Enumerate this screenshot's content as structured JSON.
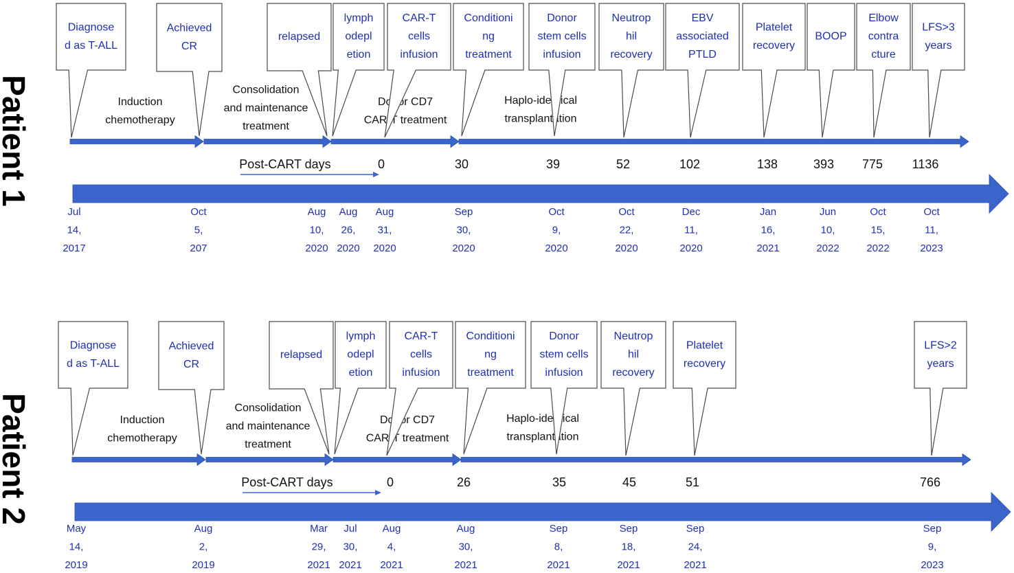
{
  "colors": {
    "arrow": "#3a66cc",
    "callout_text": "#1f2fb5",
    "label": "#000000"
  },
  "post_cart_label": "Post-CART days",
  "patients": [
    {
      "label": "Patient 1",
      "callouts": [
        {
          "lines": [
            "Diagnose",
            "d as T-ALL"
          ]
        },
        {
          "lines": [
            "Achieved",
            "CR"
          ]
        },
        {
          "lines": [
            "relapsed"
          ]
        },
        {
          "lines": [
            "lymph",
            "odepl",
            "etion"
          ]
        },
        {
          "lines": [
            "CAR-T",
            "cells",
            "infusion"
          ]
        },
        {
          "lines": [
            "Conditioni",
            "ng",
            "treatment"
          ]
        },
        {
          "lines": [
            "Donor",
            "stem cells",
            "infusion"
          ]
        },
        {
          "lines": [
            "Neutrop",
            "hil",
            "recovery"
          ]
        },
        {
          "lines": [
            "EBV",
            "associated",
            "PTLD"
          ]
        },
        {
          "lines": [
            "Platelet",
            "recovery"
          ]
        },
        {
          "lines": [
            "BOOP"
          ]
        },
        {
          "lines": [
            "Elbow",
            "contra",
            "cture"
          ]
        },
        {
          "lines": [
            "LFS>3",
            "years"
          ]
        }
      ],
      "phases": [
        {
          "lines": [
            "Induction",
            "chemotherapy"
          ]
        },
        {
          "lines": [
            "Consolidation",
            "and maintenance",
            "treatment"
          ]
        },
        {
          "lines": [
            "Donor CD7",
            "CAR-T treatment"
          ]
        },
        {
          "lines": [
            "Haplo-identical",
            "transplantation"
          ]
        }
      ],
      "days": [
        "0",
        "30",
        "39",
        "52",
        "102",
        "138",
        "393",
        "775",
        "1136"
      ],
      "dates": [
        {
          "lines": [
            "Jul",
            "14,",
            "2017"
          ]
        },
        {
          "lines": [
            "Oct",
            "5,",
            "207"
          ]
        },
        {
          "lines": [
            "Aug",
            "10,",
            "2020"
          ]
        },
        {
          "lines": [
            "Aug",
            "26,",
            "2020"
          ]
        },
        {
          "lines": [
            "Aug",
            "31,",
            "2020"
          ]
        },
        {
          "lines": [
            "Sep",
            "30,",
            "2020"
          ]
        },
        {
          "lines": [
            "Oct",
            "9,",
            "2020"
          ]
        },
        {
          "lines": [
            "Oct",
            "22,",
            "2020"
          ]
        },
        {
          "lines": [
            "Dec",
            "11,",
            "2020"
          ]
        },
        {
          "lines": [
            "Jan",
            "16,",
            "2021"
          ]
        },
        {
          "lines": [
            "Jun",
            "10,",
            "2022"
          ]
        },
        {
          "lines": [
            "Oct",
            "15,",
            "2022"
          ]
        },
        {
          "lines": [
            "Oct",
            "11,",
            "2023"
          ]
        }
      ]
    },
    {
      "label": "Patient 2",
      "callouts": [
        {
          "lines": [
            "Diagnose",
            "d as T-ALL"
          ]
        },
        {
          "lines": [
            "Achieved",
            "CR"
          ]
        },
        {
          "lines": [
            "relapsed"
          ]
        },
        {
          "lines": [
            "lymph",
            "odepl",
            "etion"
          ]
        },
        {
          "lines": [
            "CAR-T",
            "cells",
            "infusion"
          ]
        },
        {
          "lines": [
            "Conditioni",
            "ng",
            "treatment"
          ]
        },
        {
          "lines": [
            "Donor",
            "stem cells",
            "infusion"
          ]
        },
        {
          "lines": [
            "Neutrop",
            "hil",
            "recovery"
          ]
        },
        {
          "lines": [
            "Platelet",
            "recovery"
          ]
        },
        {
          "lines": [
            "LFS>2",
            "years"
          ]
        }
      ],
      "phases": [
        {
          "lines": [
            "Induction",
            "chemotherapy"
          ]
        },
        {
          "lines": [
            "Consolidation",
            "and maintenance",
            "treatment"
          ]
        },
        {
          "lines": [
            "Donor CD7",
            "CAR-T treatment"
          ]
        },
        {
          "lines": [
            "Haplo-identical",
            "transplantation"
          ]
        }
      ],
      "days": [
        "0",
        "26",
        "35",
        "45",
        "51",
        "766"
      ],
      "dates": [
        {
          "lines": [
            "May",
            "14,",
            "2019"
          ]
        },
        {
          "lines": [
            "Aug",
            "2,",
            "2019"
          ]
        },
        {
          "lines": [
            "Mar",
            "29,",
            "2021"
          ]
        },
        {
          "lines": [
            "Jul",
            "30,",
            "2021"
          ]
        },
        {
          "lines": [
            "Aug",
            "4,",
            "2021"
          ]
        },
        {
          "lines": [
            "Aug",
            "30,",
            "2021"
          ]
        },
        {
          "lines": [
            "Sep",
            "8,",
            "2021"
          ]
        },
        {
          "lines": [
            "Sep",
            "18,",
            "2021"
          ]
        },
        {
          "lines": [
            "Sep",
            "24,",
            "2021"
          ]
        },
        {
          "lines": [
            "Sep",
            "9,",
            "2023"
          ]
        }
      ]
    }
  ]
}
